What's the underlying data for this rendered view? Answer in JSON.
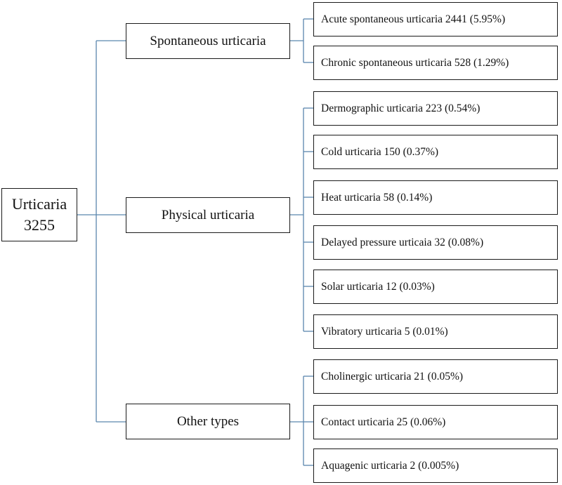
{
  "root": {
    "label": "Urticaria",
    "count": "3255"
  },
  "categories": [
    {
      "label": "Spontaneous urticaria",
      "children": [
        "Acute spontaneous urticaria  2441 (5.95%)",
        "Chronic spontaneous urticaria  528 (1.29%)"
      ]
    },
    {
      "label": "Physical urticaria",
      "children": [
        "Dermographic urticaria 223 (0.54%)",
        "Cold urticaria 150 (0.37%)",
        "Heat urticaria 58 (0.14%)",
        "Delayed pressure urticaia 32 (0.08%)",
        "Solar urticaria 12 (0.03%)",
        "Vibratory urticaria 5 (0.01%)"
      ]
    },
    {
      "label": "Other types",
      "children": [
        "Cholinergic urticaria 21 (0.05%)",
        "Contact urticaria 25 (0.06%)",
        "Aquagenic urticaria 2 (0.005%)"
      ]
    }
  ],
  "colors": {
    "connector": "#5b86ad",
    "border": "#1a1a1a",
    "text": "#111111"
  }
}
